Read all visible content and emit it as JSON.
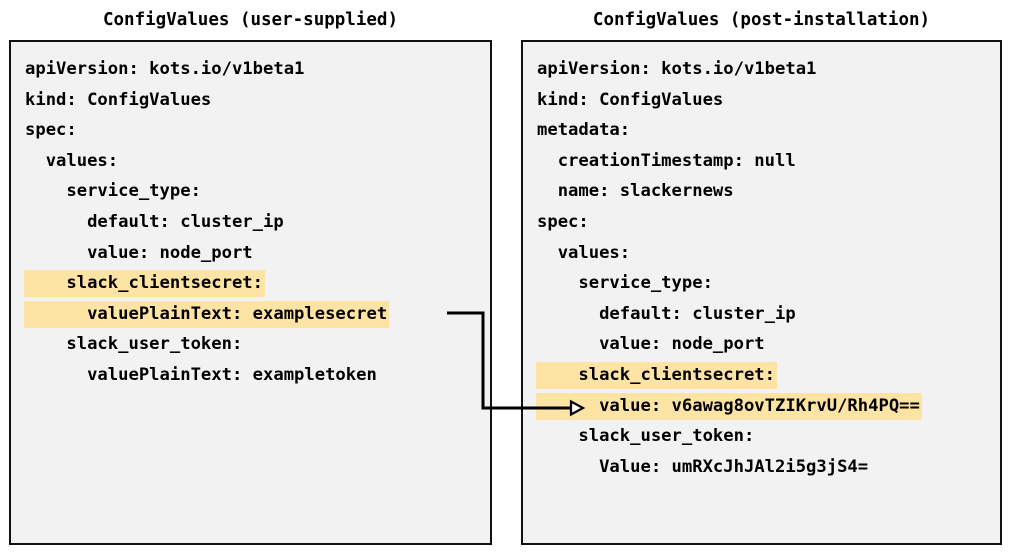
{
  "panels": [
    {
      "title": "ConfigValues (user-supplied)",
      "lines": [
        {
          "text": "apiVersion: kots.io/v1beta1",
          "highlighted": false
        },
        {
          "text": "kind: ConfigValues",
          "highlighted": false
        },
        {
          "text": "spec:",
          "highlighted": false
        },
        {
          "text": "  values:",
          "highlighted": false
        },
        {
          "text": "    service_type:",
          "highlighted": false
        },
        {
          "text": "      default: cluster_ip",
          "highlighted": false
        },
        {
          "text": "      value: node_port",
          "highlighted": false
        },
        {
          "text": "    slack_clientsecret:",
          "highlighted": true
        },
        {
          "text": "      valuePlainText: examplesecret",
          "highlighted": true
        },
        {
          "text": "    slack_user_token:",
          "highlighted": false
        },
        {
          "text": "      valuePlainText: exampletoken",
          "highlighted": false
        }
      ]
    },
    {
      "title": "ConfigValues (post-installation)",
      "lines": [
        {
          "text": "apiVersion: kots.io/v1beta1",
          "highlighted": false
        },
        {
          "text": "kind: ConfigValues",
          "highlighted": false
        },
        {
          "text": "metadata:",
          "highlighted": false
        },
        {
          "text": "  creationTimestamp: null",
          "highlighted": false
        },
        {
          "text": "  name: slackernews",
          "highlighted": false
        },
        {
          "text": "spec:",
          "highlighted": false
        },
        {
          "text": "  values:",
          "highlighted": false
        },
        {
          "text": "    service_type:",
          "highlighted": false
        },
        {
          "text": "      default: cluster_ip",
          "highlighted": false
        },
        {
          "text": "      value: node_port",
          "highlighted": false
        },
        {
          "text": "    slack_clientsecret:",
          "highlighted": true
        },
        {
          "text": "      value: v6awag8ovTZIKrvU/Rh4PQ==",
          "highlighted": true
        },
        {
          "text": "    slack_user_token:",
          "highlighted": false
        },
        {
          "text": "      Value: umRXcJhJAl2i5g3jS4=",
          "highlighted": false
        }
      ]
    }
  ],
  "colors": {
    "highlight": "#fde3a4",
    "box_background": "#f2f2f2",
    "box_border": "#111111",
    "text": "#000000",
    "connector": "#000000"
  },
  "connector": {
    "name": "encrypted-value-mapping-arrow",
    "from_label": "valuePlainText: examplesecret",
    "to_label": "value: v6awag8ovTZIKrvU/Rh4PQ=="
  }
}
